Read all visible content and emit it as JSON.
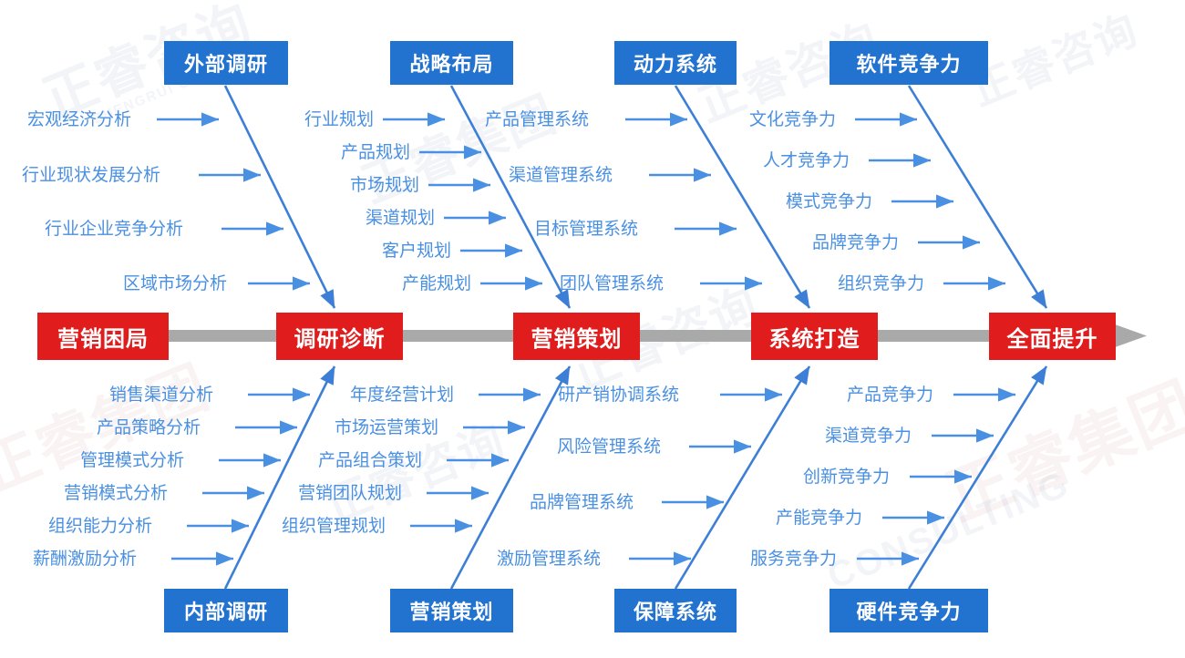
{
  "diagram": {
    "type": "fishbone",
    "title_text": "",
    "colors": {
      "spine_node": "#e01c1c",
      "category_box": "#2272d0",
      "cause_text": "#4a90e2",
      "bone_line": "#3d7fd6",
      "spine_bar": "#a9a9a9",
      "background": "#ffffff"
    },
    "spine": {
      "nodes": [
        {
          "label": "营销困局"
        },
        {
          "label": "调研诊断"
        },
        {
          "label": "营销策划"
        },
        {
          "label": "系统打造"
        },
        {
          "label": "全面提升"
        }
      ],
      "arrow_icon": "right-arrow-head"
    },
    "top_categories": [
      {
        "label": "外部调研",
        "causes": [
          "宏观经济分析",
          "行业现状发展分析",
          "行业企业竞争分析",
          "区域市场分析"
        ]
      },
      {
        "label": "战略布局",
        "causes": [
          "行业规划",
          "产品规划",
          "市场规划",
          "渠道规划",
          "客户规划",
          "产能规划"
        ]
      },
      {
        "label": "动力系统",
        "causes": [
          "产品管理系统",
          "渠道管理系统",
          "目标管理系统",
          "团队管理系统"
        ]
      },
      {
        "label": "软件竞争力",
        "causes": [
          "文化竞争力",
          "人才竞争力",
          "模式竞争力",
          "品牌竞争力",
          "组织竞争力"
        ]
      }
    ],
    "bottom_categories": [
      {
        "label": "内部调研",
        "causes": [
          "销售渠道分析",
          "产品策略分析",
          "管理模式分析",
          "营销模式分析",
          "组织能力分析",
          "薪酬激励分析"
        ]
      },
      {
        "label": "营销策划",
        "causes": [
          "年度经营计划",
          "市场运营策划",
          "产品组合策划",
          "营销团队规划",
          "组织管理规划"
        ]
      },
      {
        "label": "保障系统",
        "causes": [
          "研产销协调系统",
          "风险管理系统",
          "品牌管理系统",
          "激励管理系统"
        ]
      },
      {
        "label": "硬件竞争力",
        "causes": [
          "产品竞争力",
          "渠道竞争力",
          "创新竞争力",
          "产能竞争力",
          "服务竞争力"
        ]
      }
    ],
    "watermarks": [
      "正睿咨询",
      "CONSULTING",
      "正睿集团"
    ]
  }
}
